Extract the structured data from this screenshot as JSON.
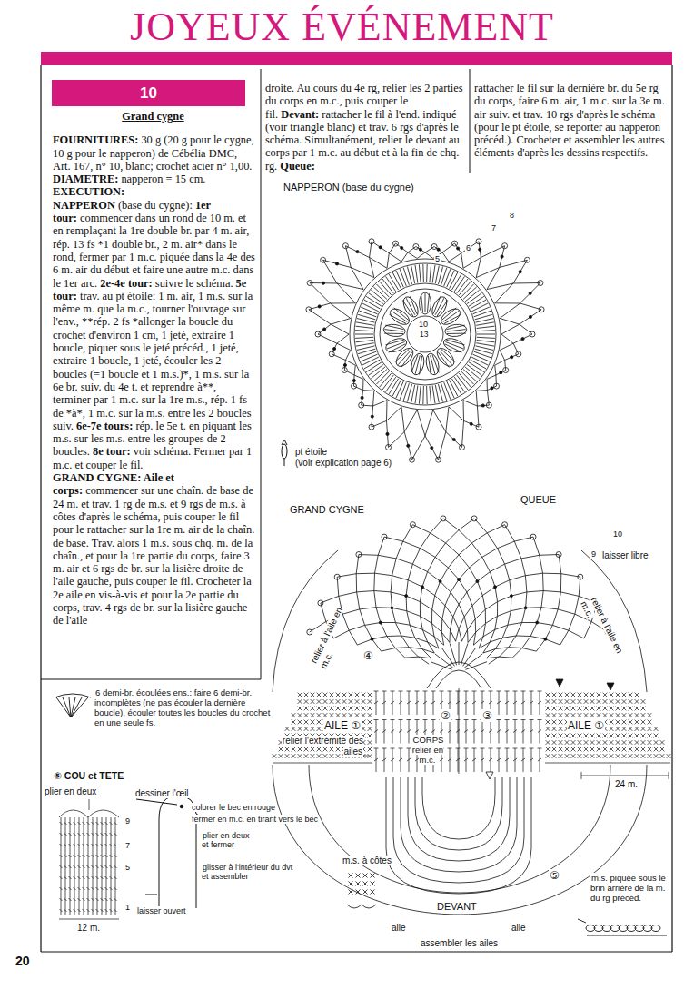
{
  "diagram": {
    "title": "JOYEUX ÉVÉNEMENT",
    "nodes": [
      {
        "text": [
          "10"
        ]
      }
    ],
    "labels": [
      "Grand cygne",
      "FOURNITURES:",
      "30 g (20 g pour le cygne, 10 g pour le napperon) de Cébélia DMC, Art. 167, n° 10, blanc; crochet acier n° 1,00.",
      "DIAMETRE:",
      "napperon = 15 cm.",
      "EXECUTION:",
      "NAPPERON",
      "(base du cygne):",
      "1er tour:",
      "commencer dans un rond de 10 m. et en remplaçant la 1re double br. par 4 m. air, rép. 13 fs *1 double br., 2 m. air* dans le rond, fermer par 1 m.c. piquée dans la 4e des 6 m. air du début et faire une autre m.c. dans le 1er arc.",
      "2e-4e tour:",
      "suivre le schéma.",
      "5e tour:",
      "trav. au pt étoile: 1 m. air, 1 m.s. sur la même m. que la m.c., tourner l'ouvrage sur l'env., **rép. 2 fs *allonger la boucle du crochet d'environ 1 cm, 1 jeté, extraire 1 boucle, piquer sous le jeté précéd., 1 jeté, extraire 1 boucle, 1 jeté, écouler les 2 boucles (=1 boucle et 1 m.s.)*, 1 m.s. sur la 6e br. suiv. du 4e t. et reprendre à**, terminer par 1 m.c. sur la 1re m.s., rép. 1 fs de *à*, 1 m.c. sur la m.s. entre les 2 boucles suiv.",
      "6e-7e tours:",
      "rép. le 5e t. en piquant les m.s. sur les m.s. entre les groupes de 2 boucles.",
      "8e tour:",
      "voir schéma. Fermer par 1 m.c. et couper le fil.",
      "GRAND CYGNE: Aile et corps:",
      "commencer sur une chaîn. de base de 24 m. et trav. 1 rg de m.s. et 9 rgs de m.s. à côtes d'après le schéma, puis couper le fil pour le rattacher sur la 1re m. air de la chaîn. de base. Trav. alors 1 m.s. sous chq. m. de la chaîn., et pour la 1re partie du corps, faire 3 m. air et 6 rgs de br. sur la lisière droite de l'aile gauche, puis couper le fil. Crocheter la 2e aile en vis-à-vis et pour la 2e partie du corps, trav. 4 rgs de br. sur la lisière gauche de l'aile",
      "droite. Au cours du 4e rg, relier les 2 parties du corps en m.c., puis couper le fil.",
      "Devant:",
      "rattacher le fil à l'end. indiqué (voir triangle blanc) et trav. 6 rgs d'après le schéma. Simultanément, relier le devant au corps par 1 m.c. au début et à la fin de chq. rg.",
      "Queue:",
      "rattacher le fil sur la dernière br. du 5e rg du corps, faire 6 m. air, 1 m.c. sur la 3e m. air suiv. et trav. 10 rgs d'après le schéma (pour le pt étoile, se reporter au napperon précéd.). Crocheter et assembler les autres éléments d'après les dessins respectifs.",
      "NAPPERON (base du cygne)",
      "pt étoile",
      "(voir explication page 6)",
      "GRAND CYGNE",
      "QUEUE",
      "laisser libre",
      "relier à l'aile en m.c.",
      "relier à l'aile en m.c.",
      "AILE ①",
      "AILE ①",
      "CORPS relier en m.c.",
      "24 m.",
      "relier l'extrémité des ailes",
      "m.s. à côtes",
      "DEVANT",
      "aile",
      "aile",
      "assembler les ailes",
      "m.s. piquée sous le brin arrière de la m. du rg précéd.",
      "6 demi-br. écoulées ens.: faire 6 demi-br. incomplètes (ne pas écouler la dernière boucle), écouler toutes les boucles du crochet en une seule fs.",
      "⑤ COU et TETE",
      "plier en deux",
      "dessiner l'œil",
      "colorer le bec en rouge",
      "fermer en m.c. en tirant vers le bec",
      "plier en deux et fermer",
      "glisser à l'intérieur du dvt et assembler",
      "laisser ouvert",
      "12 m.",
      "20",
      "④",
      "②",
      "③",
      "⑤",
      "10",
      "9",
      "10",
      "13",
      "8",
      "7",
      "6",
      "5",
      "9",
      "7",
      "5",
      "1"
    ]
  }
}
